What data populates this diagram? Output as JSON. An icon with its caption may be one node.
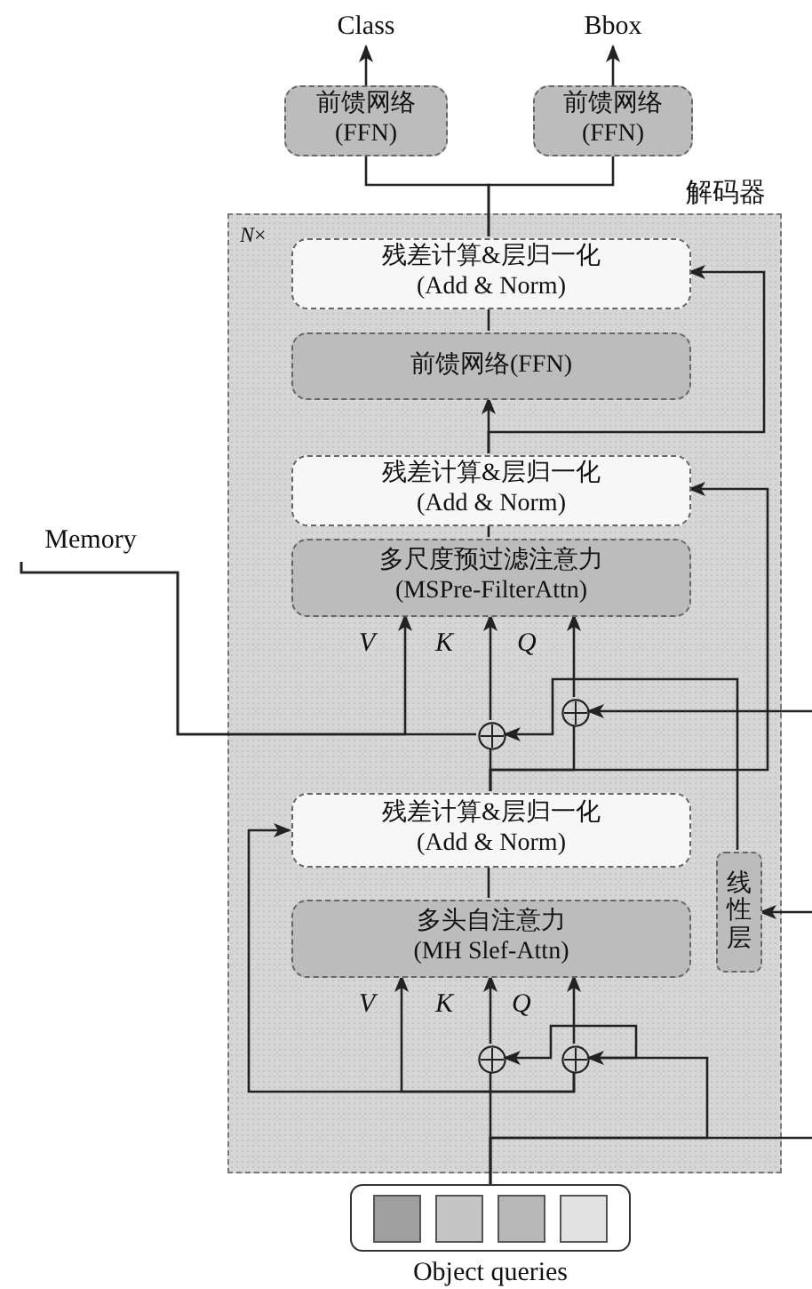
{
  "diagram": {
    "nodes": [
      {
        "text": [
          "Class"
        ]
      },
      {
        "text": [
          "Bbox"
        ]
      },
      {
        "text": [
          "前馈网络 (FFN)"
        ]
      },
      {
        "text": [
          "前馈网络 (FFN)"
        ]
      },
      {
        "text": [
          "解码器",
          "*N*×"
        ]
      },
      {
        "text": [
          "残差计算&层归一化 (Add & Norm)"
        ],
        "in": 4
      },
      {
        "text": [
          "前馈网络(FFN)"
        ],
        "in": 4
      },
      {
        "text": [
          "残差计算&层归一化 (Add & Norm)"
        ],
        "in": 4
      },
      {
        "text": [
          "多尺度预过滤注意力 (MSPre-FilterAttn)"
        ],
        "in": 4
      },
      {
        "text": [],
        "shape": "circle",
        "in": 4
      },
      {
        "text": [],
        "shape": "circle",
        "in": 4
      },
      {
        "text": [
          "残差计算&层归一化 (Add & Norm)"
        ],
        "in": 4
      },
      {
        "text": [
          "多头自注意力 (MH Slef-Attn)"
        ],
        "in": 4
      },
      {
        "text": [
          "线性层"
        ],
        "in": 4
      },
      {
        "text": [],
        "shape": "circle",
        "in": 4
      },
      {
        "text": [],
        "shape": "circle",
        "in": 4
      },
      {
        "text": [
          "Memory"
        ]
      },
      {
        "text": [
          "Object queries"
        ]
      }
    ],
    "edges": [
      {
        "from": 2,
        "to": 0,
        "arrow": "to"
      },
      {
        "from": 3,
        "to": 1,
        "arrow": "to"
      },
      {
        "from": 5,
        "to": 2,
        "arrow": "none"
      },
      {
        "from": 5,
        "to": 3,
        "arrow": "none"
      },
      {
        "from": 6,
        "to": 5,
        "arrow": "none"
      },
      {
        "from": 7,
        "to": 6,
        "arrow": "to"
      },
      {
        "from": 7,
        "to": 5,
        "arrow": "to"
      },
      {
        "from": 8,
        "to": 7,
        "arrow": "none"
      },
      {
        "from": 16,
        "to": 8,
        "arrow": "to"
      },
      {
        "from": 16,
        "to": 9,
        "arrow": "none"
      },
      {
        "from": 9,
        "to": 8,
        "arrow": "to"
      },
      {
        "from": 10,
        "to": 8,
        "arrow": "to"
      },
      {
        "from": null,
        "to": 10,
        "arrow": "to"
      },
      {
        "from": 11,
        "to": 9,
        "arrow": "none"
      },
      {
        "from": 11,
        "to": 10,
        "arrow": "none"
      },
      {
        "from": 11,
        "to": 7,
        "arrow": "to"
      },
      {
        "from": 13,
        "to": 9,
        "arrow": "to"
      },
      {
        "from": null,
        "to": 13,
        "arrow": "to"
      },
      {
        "from": 12,
        "to": 11,
        "arrow": "none"
      },
      {
        "from": 14,
        "to": 12,
        "arrow": "to"
      },
      {
        "from": 15,
        "to": 12,
        "arrow": "to"
      },
      {
        "from": 15,
        "to": 12,
        "arrow": "to"
      },
      {
        "from": 15,
        "to": 11,
        "arrow": "to"
      },
      {
        "from": 17,
        "to": 14,
        "arrow": "none"
      },
      {
        "from": 17,
        "to": 15,
        "arrow": "to"
      },
      {
        "from": 15,
        "to": 14,
        "arrow": "to"
      },
      {
        "from": 17,
        "to": null,
        "arrow": "none"
      }
    ],
    "labels": [
      "V",
      "K",
      "Q",
      "V",
      "K",
      "Q"
    ]
  }
}
